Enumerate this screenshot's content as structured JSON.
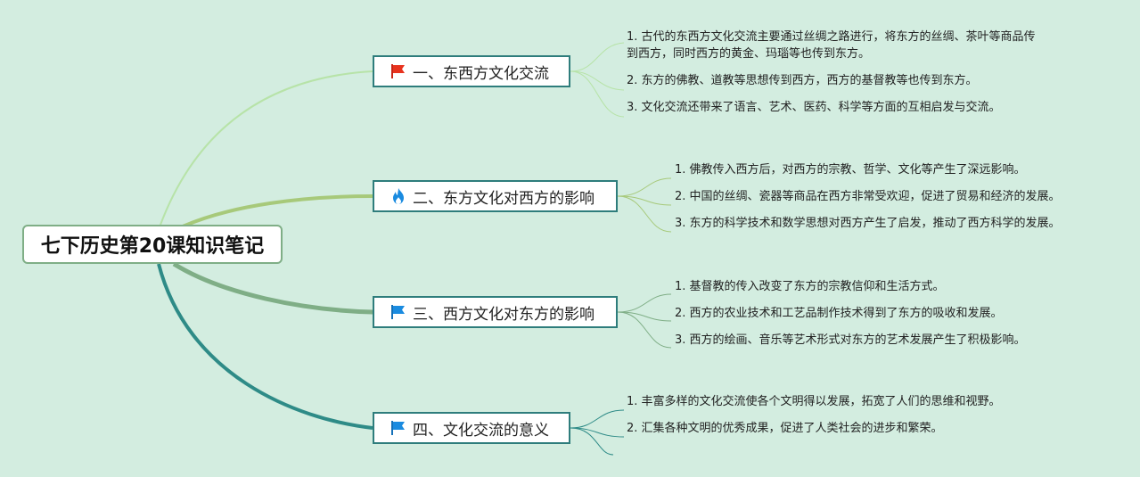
{
  "title": "七下历史第20课知识笔记",
  "colors": {
    "background": "#d3ede0",
    "branch1_line": "#b7e3a8",
    "branch2_line": "#a7c97a",
    "branch3_line": "#7fae86",
    "branch4_line": "#2e8b87",
    "flag_red": "#e8331e",
    "flag_blue": "#1a8be0",
    "fire_blue": "#1a8be0"
  },
  "branches": [
    {
      "label": "一、东西方文化交流",
      "icon": "red-flag-icon",
      "items": [
        "1. 古代的东西方文化交流主要通过丝绸之路进行，将东方的丝绸、茶叶等商品传",
        "到西方，同时西方的黄金、玛瑙等也传到东方。",
        "2. 东方的佛教、道教等思想传到西方，西方的基督教等也传到东方。",
        "3. 文化交流还带来了语言、艺术、医药、科学等方面的互相启发与交流。"
      ]
    },
    {
      "label": "二、东方文化对西方的影响",
      "icon": "fire-icon",
      "items": [
        "1. 佛教传入西方后，对西方的宗教、哲学、文化等产生了深远影响。",
        "2. 中国的丝绸、瓷器等商品在西方非常受欢迎，促进了贸易和经济的发展。",
        "3. 东方的科学技术和数学思想对西方产生了启发，推动了西方科学的发展。"
      ]
    },
    {
      "label": "三、西方文化对东方的影响",
      "icon": "blue-flag-icon",
      "items": [
        "1. 基督教的传入改变了东方的宗教信仰和生活方式。",
        "2. 西方的农业技术和工艺品制作技术得到了东方的吸收和发展。",
        "3. 西方的绘画、音乐等艺术形式对东方的艺术发展产生了积极影响。"
      ]
    },
    {
      "label": "四、文化交流的意义",
      "icon": "blue-flag-icon",
      "items": [
        "1. 丰富多样的文化交流使各个文明得以发展，拓宽了人们的思维和视野。",
        "2. 汇集各种文明的优秀成果，促进了人类社会的进步和繁荣。"
      ]
    }
  ]
}
